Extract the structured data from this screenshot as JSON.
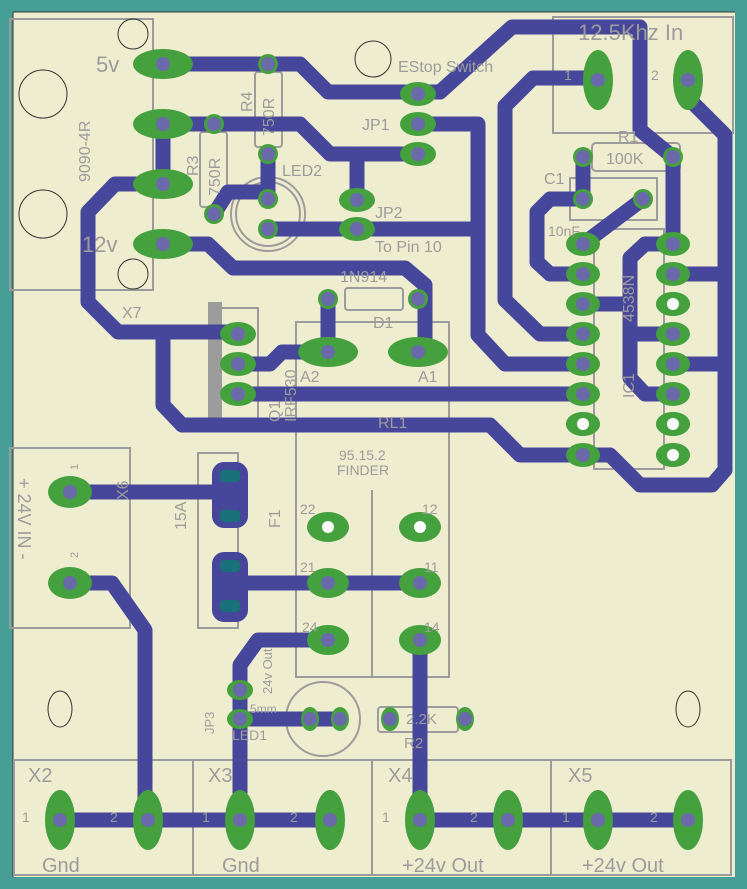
{
  "colors": {
    "board": "#EFEDCF",
    "border": "#479E96",
    "trace": "#46469A",
    "pad": "#45A03E",
    "silk": "#9C9C9C"
  },
  "labels": {
    "five_v": "5v",
    "twelve_v": "12v",
    "x7": "X7",
    "x7_part": "9090-4R",
    "estop": "EStop Switch",
    "jp1": "JP1",
    "jp2": "JP2",
    "to_pin10": "To Pin 10",
    "led2": "LED2",
    "r3": "R3",
    "r3_val": "750R",
    "r4": "R4",
    "r4_val": "750R",
    "d1_part": "1N914",
    "d1": "D1",
    "a1": "A1",
    "a2": "A2",
    "q1": "Q1",
    "q1_part": "IRF530",
    "rl1": "RL1",
    "rl1_part": "95.15.2",
    "rl1_brand": "FINDER",
    "p22": "22",
    "p12": "12",
    "p21": "21",
    "p11": "11",
    "p24": "24",
    "p14": "14",
    "in_12k5": "12.5Khz In",
    "in_pin1": "1",
    "in_pin2": "2",
    "r1": "R1",
    "r1_val": "100K",
    "c1": "C1",
    "c1_val": "10nF",
    "ic1": "IC1",
    "ic1_part": "4538N",
    "x6": "X6",
    "x6_pin1": "1",
    "x6_pin2": "2",
    "x6_label": "+ 24V IN -",
    "f1": "F1",
    "f1_val": "15A",
    "jp3": "JP3",
    "led1": "LED1",
    "led1_size": "5mm",
    "out24": "24v Out",
    "r2": "R2",
    "r2_val": "2.2K"
  },
  "connectors": [
    {
      "name": "X2",
      "label": "Gnd",
      "pin1": "1",
      "pin2": "2"
    },
    {
      "name": "X3",
      "label": "Gnd",
      "pin1": "1",
      "pin2": "2"
    },
    {
      "name": "X4",
      "label": "+24v Out",
      "pin1": "1",
      "pin2": "2"
    },
    {
      "name": "X5",
      "label": "+24v Out",
      "pin1": "1",
      "pin2": "2"
    }
  ]
}
